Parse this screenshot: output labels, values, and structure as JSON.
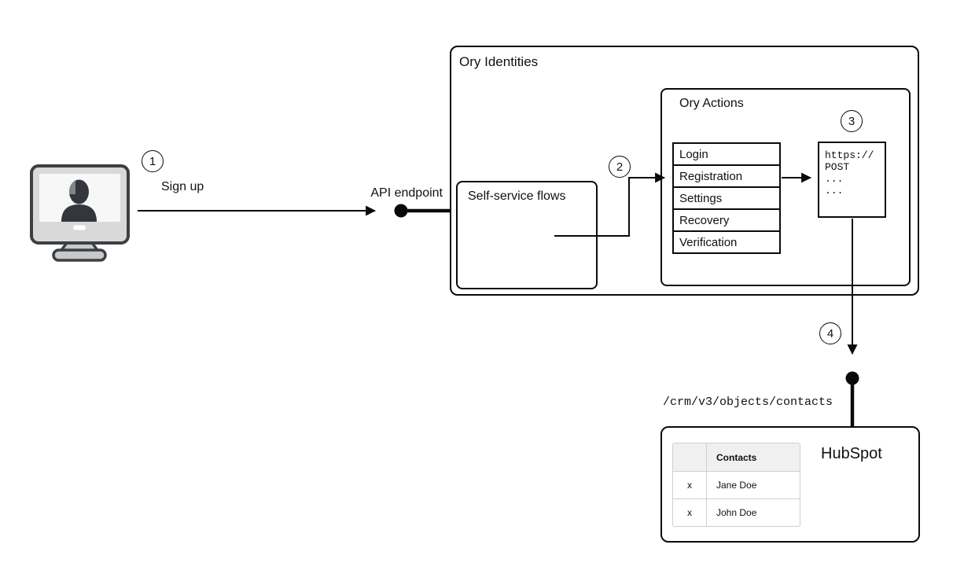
{
  "colors": {
    "line": "#0a0a0a",
    "monitor_body": "#d9d9d9",
    "monitor_screen": "#f7f7f7",
    "silhouette": "#33373c",
    "table_header_bg": "#f0f0f0",
    "table_border": "#cfcfcf"
  },
  "steps": {
    "one": "1",
    "two": "2",
    "three": "3",
    "four": "4"
  },
  "labels": {
    "sign_up": "Sign up",
    "api_endpoint": "API endpoint",
    "crm_path": "/crm/v3/objects/contacts"
  },
  "ory": {
    "title": "Ory Identities",
    "self_service": "Self-service flows",
    "actions_title": "Ory Actions",
    "flows": [
      "Login",
      "Registration",
      "Settings",
      "Recovery",
      "Verification"
    ],
    "webhook": [
      "https://",
      "POST",
      "...",
      "..."
    ]
  },
  "hubspot": {
    "title": "HubSpot",
    "contacts_header": "Contacts",
    "rows": [
      {
        "mark": "x",
        "name": "Jane Doe"
      },
      {
        "mark": "x",
        "name": "John Doe"
      }
    ]
  }
}
